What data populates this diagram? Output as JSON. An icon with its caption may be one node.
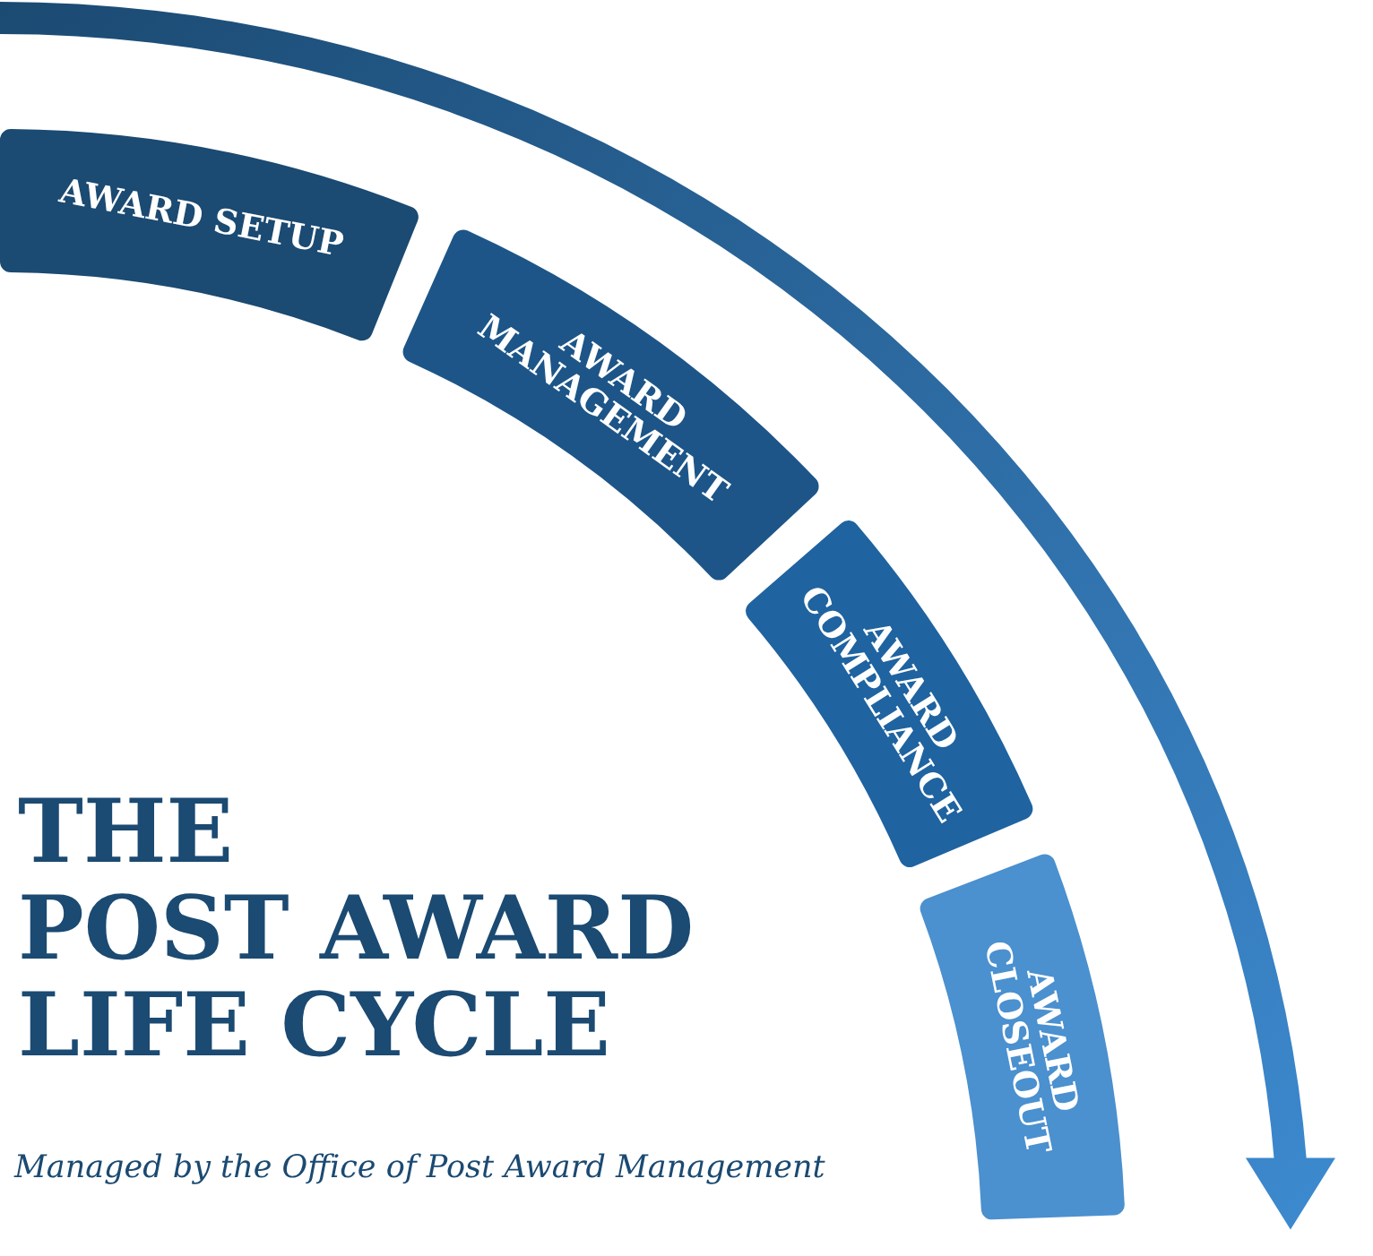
{
  "diagram": {
    "title": "THE POST AWARD LIFE CYCLE",
    "caption": "Managed by the Office of Post Award Management",
    "nodes": [
      {
        "text": [
          "AWARD SETUP"
        ]
      },
      {
        "text": [
          "AWARD MANAGEMENT"
        ]
      },
      {
        "text": [
          "AWARD COMPLIANCE"
        ]
      },
      {
        "text": [
          "AWARD CLOSEOUT"
        ]
      }
    ]
  }
}
